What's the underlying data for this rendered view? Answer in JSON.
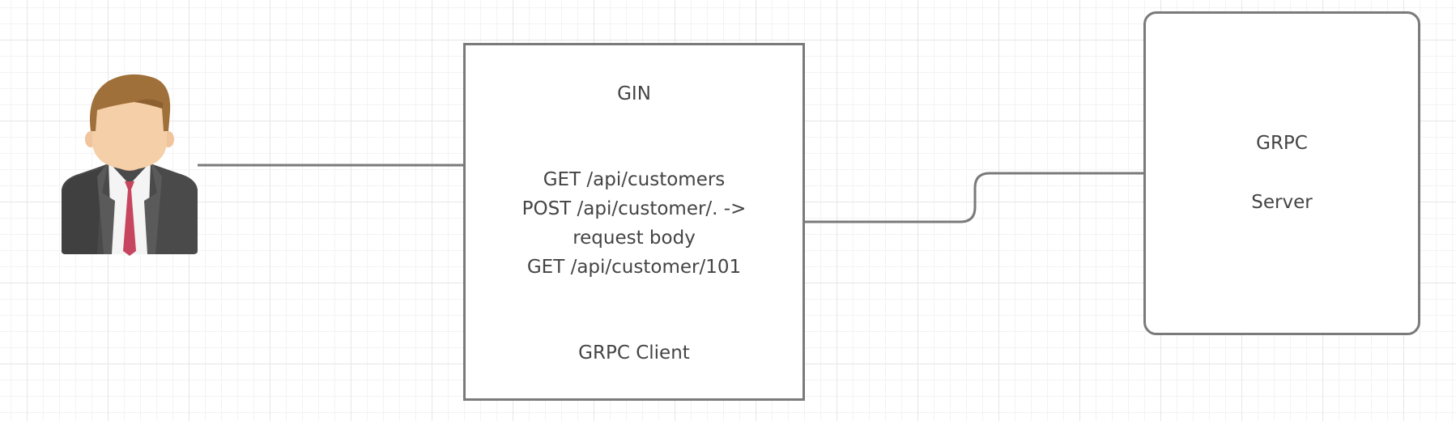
{
  "gin": {
    "title": "GIN",
    "routes": [
      "GET /api/customers",
      "POST /api/customer/.  ->",
      "request body",
      "GET /api/customer/101"
    ],
    "client": "GRPC Client"
  },
  "server": {
    "title": "GRPC",
    "subtitle": "Server"
  },
  "user": {
    "icon": "businessman-icon"
  },
  "colors": {
    "border": "#7a7a7a",
    "text": "#444444",
    "hair": "#a0703a",
    "skin": "#f5cfa8",
    "suit": "#4a4a4a",
    "tie": "#c8455f"
  }
}
